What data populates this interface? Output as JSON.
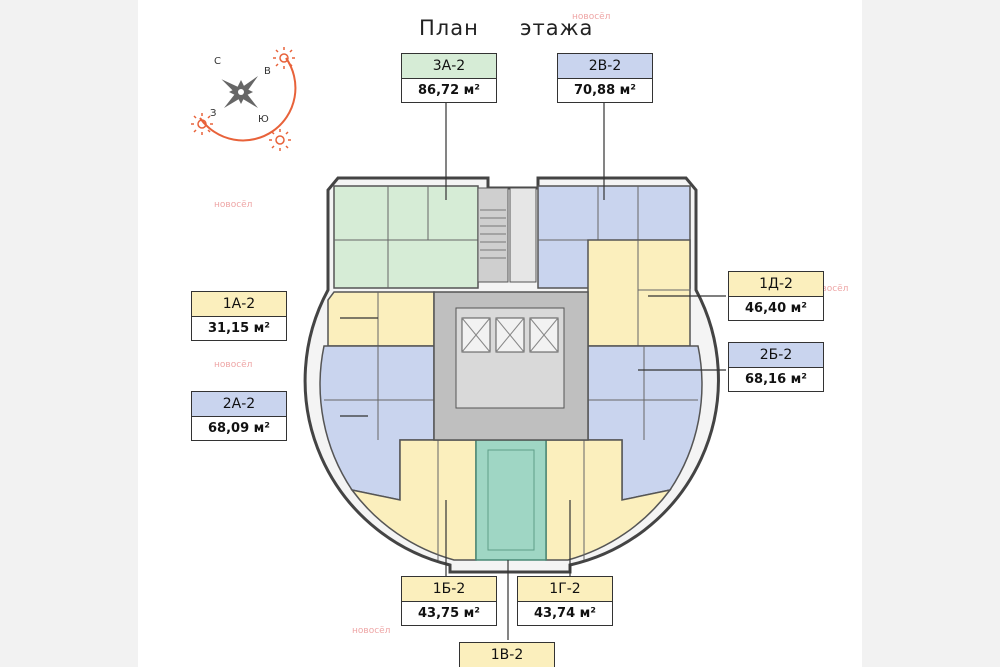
{
  "title": {
    "word1": "План",
    "word2": "этажа"
  },
  "compass": {
    "north": "С",
    "east": "В",
    "west": "З",
    "south": "Ю"
  },
  "watermark_text": "новосёл",
  "colors": {
    "green": "#d6ecd6",
    "blue": "#c9d4ee",
    "yellow": "#fbefbd",
    "teal": "#9fd6c4",
    "core": "#bfbfbf",
    "compass_orange": "#e8623a",
    "compass_gray": "#666666"
  },
  "units": [
    {
      "code": "3А-2",
      "area": "86,72 м²",
      "color": "green"
    },
    {
      "code": "2В-2",
      "area": "70,88 м²",
      "color": "blue"
    },
    {
      "code": "1А-2",
      "area": "31,15 м²",
      "color": "yellow"
    },
    {
      "code": "1Д-2",
      "area": "46,40 м²",
      "color": "yellow"
    },
    {
      "code": "2Б-2",
      "area": "68,16 м²",
      "color": "blue"
    },
    {
      "code": "2А-2",
      "area": "68,09 м²",
      "color": "blue"
    },
    {
      "code": "1Б-2",
      "area": "43,75 м²",
      "color": "yellow"
    },
    {
      "code": "1Г-2",
      "area": "43,74 м²",
      "color": "yellow"
    },
    {
      "code": "1В-2",
      "area": "",
      "color": "yellow"
    }
  ]
}
